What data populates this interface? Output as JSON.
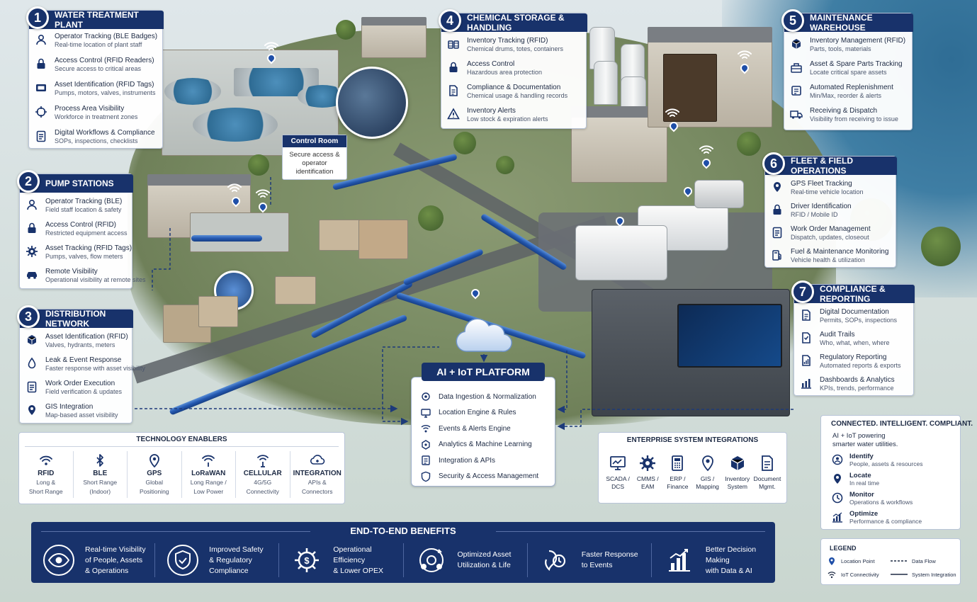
{
  "colors": {
    "navy": "#18326b",
    "accent": "#1f4fa8",
    "pipe": "#2458b0"
  },
  "sections": [
    {
      "num": "1",
      "title": "WATER TREATMENT PLANT",
      "items": [
        {
          "icon": "person-pin-icon",
          "title": "Operator Tracking (BLE Badges)",
          "sub": "Real-time location of plant staff"
        },
        {
          "icon": "lock-icon",
          "title": "Access Control (RFID Readers)",
          "sub": "Secure access to critical areas"
        },
        {
          "icon": "tag-icon",
          "title": "Asset Identification (RFID Tags)",
          "sub": "Pumps, motors, valves, instruments"
        },
        {
          "icon": "crosshair-icon",
          "title": "Process Area Visibility",
          "sub": "Workforce in treatment zones"
        },
        {
          "icon": "clipboard-icon",
          "title": "Digital Workflows & Compliance",
          "sub": "SOPs, inspections, checklists"
        }
      ]
    },
    {
      "num": "2",
      "title": "PUMP STATIONS",
      "items": [
        {
          "icon": "person-pin-icon",
          "title": "Operator Tracking (BLE)",
          "sub": "Field staff location & safety"
        },
        {
          "icon": "lock-icon",
          "title": "Access Control (RFID)",
          "sub": "Restricted equipment access"
        },
        {
          "icon": "gear-icon",
          "title": "Asset Tracking (RFID Tags)",
          "sub": "Pumps, valves, flow meters"
        },
        {
          "icon": "car-icon",
          "title": "Remote Visibility",
          "sub": "Operational visibility at remote sites"
        }
      ]
    },
    {
      "num": "3",
      "title": "DISTRIBUTION NETWORK",
      "items": [
        {
          "icon": "cube-icon",
          "title": "Asset Identification (RFID)",
          "sub": "Valves, hydrants, meters"
        },
        {
          "icon": "drop-pin-icon",
          "title": "Leak & Event Response",
          "sub": "Faster response with asset visibility"
        },
        {
          "icon": "clipboard-icon",
          "title": "Work Order Execution",
          "sub": "Field verification & updates"
        },
        {
          "icon": "map-pin-icon",
          "title": "GIS Integration",
          "sub": "Map-based asset visibility"
        }
      ]
    },
    {
      "num": "4",
      "title": "CHEMICAL STORAGE & HANDLING",
      "items": [
        {
          "icon": "barrels-icon",
          "title": "Inventory Tracking (RFID)",
          "sub": "Chemical drums, totes, containers"
        },
        {
          "icon": "lock-icon",
          "title": "Access Control",
          "sub": "Hazardous area protection"
        },
        {
          "icon": "document-icon",
          "title": "Compliance & Documentation",
          "sub": "Chemical usage & handling records"
        },
        {
          "icon": "alert-icon",
          "title": "Inventory Alerts",
          "sub": "Low stock & expiration alerts"
        }
      ]
    },
    {
      "num": "5",
      "title": "MAINTENANCE WAREHOUSE",
      "items": [
        {
          "icon": "boxes-icon",
          "title": "Inventory Management (RFID)",
          "sub": "Parts, tools, materials"
        },
        {
          "icon": "wrench-icon",
          "title": "Asset & Spare Parts Tracking",
          "sub": "Locate critical spare assets"
        },
        {
          "icon": "refresh-icon",
          "title": "Automated Replenishment",
          "sub": "Min/Max, reorder & alerts"
        },
        {
          "icon": "truck-icon",
          "title": "Receiving & Dispatch",
          "sub": "Visibility from receiving to issue"
        }
      ]
    },
    {
      "num": "6",
      "title": "FLEET & FIELD OPERATIONS",
      "items": [
        {
          "icon": "map-pin-icon",
          "title": "GPS Fleet Tracking",
          "sub": "Real-time vehicle location"
        },
        {
          "icon": "lock-icon",
          "title": "Driver Identification",
          "sub": "RFID / Mobile ID"
        },
        {
          "icon": "clipboard-icon",
          "title": "Work Order Management",
          "sub": "Dispatch, updates, closeout"
        },
        {
          "icon": "fuel-icon",
          "title": "Fuel & Maintenance Monitoring",
          "sub": "Vehicle health & utilization"
        }
      ]
    },
    {
      "num": "7",
      "title": "COMPLIANCE & REPORTING",
      "items": [
        {
          "icon": "document-icon",
          "title": "Digital Documentation",
          "sub": "Permits, SOPs, inspections"
        },
        {
          "icon": "audit-icon",
          "title": "Audit Trails",
          "sub": "Who, what, when, where"
        },
        {
          "icon": "report-icon",
          "title": "Regulatory Reporting",
          "sub": "Automated reports & exports"
        },
        {
          "icon": "bar-chart-icon",
          "title": "Dashboards & Analytics",
          "sub": "KPIs, trends, performance"
        }
      ]
    }
  ],
  "control_room": {
    "title": "Control Room",
    "text": "Secure access & operator identification"
  },
  "ai_platform": {
    "title": "AI + IoT PLATFORM",
    "items": [
      {
        "icon": "ingestion-icon",
        "label": "Data Ingestion & Normalization"
      },
      {
        "icon": "monitor-icon",
        "label": "Location Engine & Rules"
      },
      {
        "icon": "signal-icon",
        "label": "Events & Alerts Engine"
      },
      {
        "icon": "analytics-icon",
        "label": "Analytics & Machine Learning"
      },
      {
        "icon": "api-icon",
        "label": "Integration & APIs"
      },
      {
        "icon": "shield-icon",
        "label": "Security & Access Management"
      }
    ]
  },
  "tech_enablers": {
    "title": "TECHNOLOGY ENABLERS",
    "items": [
      {
        "icon": "rfid-icon",
        "name": "RFID",
        "desc1": "Long &",
        "desc2": "Short Range"
      },
      {
        "icon": "bluetooth-icon",
        "name": "BLE",
        "desc1": "Short Range",
        "desc2": "(Indoor)"
      },
      {
        "icon": "gps-pin-icon",
        "name": "GPS",
        "desc1": "Global",
        "desc2": "Positioning"
      },
      {
        "icon": "lorawan-icon",
        "name": "LoRaWAN",
        "desc1": "Long Range /",
        "desc2": "Low Power"
      },
      {
        "icon": "cellular-icon",
        "name": "CELLULAR",
        "desc1": "4G/5G",
        "desc2": "Connectivity"
      },
      {
        "icon": "integration-icon",
        "name": "INTEGRATION",
        "desc1": "APIs &",
        "desc2": "Connectors"
      }
    ]
  },
  "enterprise": {
    "title": "ENTERPRISE SYSTEM INTEGRATIONS",
    "items": [
      {
        "icon": "scada-icon",
        "l1": "SCADA /",
        "l2": "DCS"
      },
      {
        "icon": "gear-icon",
        "l1": "CMMS /",
        "l2": "EAM"
      },
      {
        "icon": "calculator-icon",
        "l1": "ERP /",
        "l2": "Finance"
      },
      {
        "icon": "map-pin-icon",
        "l1": "GIS /",
        "l2": "Mapping"
      },
      {
        "icon": "inventory-cube-icon",
        "l1": "Inventory",
        "l2": "System"
      },
      {
        "icon": "document-icon",
        "l1": "Document",
        "l2": "Mgmt."
      }
    ]
  },
  "connected": {
    "title": "CONNECTED. INTELLIGENT. COMPLIANT.",
    "intro1": "AI + IoT powering",
    "intro2": "smarter water utilities.",
    "items": [
      {
        "icon": "identify-icon",
        "title": "Identify",
        "sub": "People, assets & resources"
      },
      {
        "icon": "locate-pin-icon",
        "title": "Locate",
        "sub": "In real time"
      },
      {
        "icon": "monitor-clock-icon",
        "title": "Monitor",
        "sub": "Operations & workflows"
      },
      {
        "icon": "optimize-chart-icon",
        "title": "Optimize",
        "sub": "Performance & compliance"
      }
    ]
  },
  "legend": {
    "title": "LEGEND",
    "location": "Location Point",
    "iot": "IoT Connectivity",
    "flow": "Data Flow",
    "integration": "System Integration"
  },
  "benefits": {
    "title": "END-TO-END BENEFITS",
    "items": [
      {
        "icon": "eye-icon",
        "l1": "Real-time Visibility",
        "l2": "of People, Assets",
        "l3": "& Operations"
      },
      {
        "icon": "shield-check-icon",
        "l1": "Improved Safety",
        "l2": "& Regulatory",
        "l3": "Compliance"
      },
      {
        "icon": "gear-dollar-icon",
        "l1": "Operational Efficiency",
        "l2": "& Lower OPEX",
        "l3": ""
      },
      {
        "icon": "asset-cycle-icon",
        "l1": "Optimized Asset",
        "l2": "Utilization & Life",
        "l3": ""
      },
      {
        "icon": "fast-response-icon",
        "l1": "Faster Response",
        "l2": "to Events",
        "l3": ""
      },
      {
        "icon": "decision-chart-icon",
        "l1": "Better Decision Making",
        "l2": "with Data & AI",
        "l3": ""
      }
    ]
  }
}
